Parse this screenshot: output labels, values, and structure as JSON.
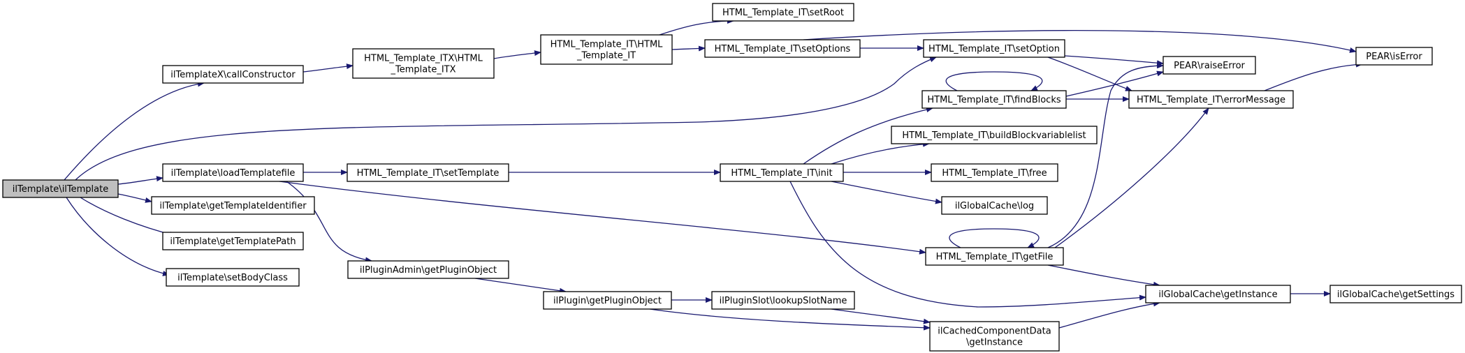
{
  "diagram": {
    "type": "call-graph",
    "colors": {
      "edge": "#191970",
      "node_border": "#000000",
      "root_fill": "#bfbfbf",
      "node_fill": "#ffffff"
    },
    "nodes": [
      {
        "id": "n_root",
        "lines": [
          "ilTemplate\\ilTemplate"
        ],
        "root": true
      },
      {
        "id": "n_callctor",
        "lines": [
          "ilTemplateX\\callConstructor"
        ]
      },
      {
        "id": "n_loadtpl",
        "lines": [
          "ilTemplate\\loadTemplatefile"
        ]
      },
      {
        "id": "n_getid",
        "lines": [
          "ilTemplate\\getTemplateIdentifier"
        ]
      },
      {
        "id": "n_getpath",
        "lines": [
          "ilTemplate\\getTemplatePath"
        ]
      },
      {
        "id": "n_setbody",
        "lines": [
          "ilTemplate\\setBodyClass"
        ]
      },
      {
        "id": "n_itx",
        "lines": [
          "HTML_Template_ITX\\HTML",
          "_Template_ITX"
        ]
      },
      {
        "id": "n_it",
        "lines": [
          "HTML_Template_IT\\HTML",
          "_Template_IT"
        ]
      },
      {
        "id": "n_setroot",
        "lines": [
          "HTML_Template_IT\\setRoot"
        ]
      },
      {
        "id": "n_setoptions",
        "lines": [
          "HTML_Template_IT\\setOptions"
        ]
      },
      {
        "id": "n_setoption",
        "lines": [
          "HTML_Template_IT\\setOption"
        ]
      },
      {
        "id": "n_iserror",
        "lines": [
          "PEAR\\isError"
        ]
      },
      {
        "id": "n_raiseerror",
        "lines": [
          "PEAR\\raiseError"
        ]
      },
      {
        "id": "n_errmsg",
        "lines": [
          "HTML_Template_IT\\errorMessage"
        ]
      },
      {
        "id": "n_findblocks",
        "lines": [
          "HTML_Template_IT\\findBlocks"
        ]
      },
      {
        "id": "n_buildblock",
        "lines": [
          "HTML_Template_IT\\buildBlockvariablelist"
        ]
      },
      {
        "id": "n_settemplate",
        "lines": [
          "HTML_Template_IT\\setTemplate"
        ]
      },
      {
        "id": "n_init",
        "lines": [
          "HTML_Template_IT\\init"
        ]
      },
      {
        "id": "n_free",
        "lines": [
          "HTML_Template_IT\\free"
        ]
      },
      {
        "id": "n_log",
        "lines": [
          "ilGlobalCache\\log"
        ]
      },
      {
        "id": "n_getfile",
        "lines": [
          "HTML_Template_IT\\getFile"
        ]
      },
      {
        "id": "n_gcinstance",
        "lines": [
          "ilGlobalCache\\getInstance"
        ]
      },
      {
        "id": "n_gcsettings",
        "lines": [
          "ilGlobalCache\\getSettings"
        ]
      },
      {
        "id": "n_padmin",
        "lines": [
          "ilPluginAdmin\\getPluginObject"
        ]
      },
      {
        "id": "n_plugin",
        "lines": [
          "ilPlugin\\getPluginObject"
        ]
      },
      {
        "id": "n_slot",
        "lines": [
          "ilPluginSlot\\lookupSlotName"
        ]
      },
      {
        "id": "n_cached",
        "lines": [
          "ilCachedComponentData",
          "\\getInstance"
        ]
      }
    ],
    "edges": [
      [
        "n_root",
        "n_callctor"
      ],
      [
        "n_root",
        "n_setoption"
      ],
      [
        "n_root",
        "n_loadtpl"
      ],
      [
        "n_root",
        "n_getid"
      ],
      [
        "n_root",
        "n_getpath"
      ],
      [
        "n_root",
        "n_setbody"
      ],
      [
        "n_callctor",
        "n_itx"
      ],
      [
        "n_itx",
        "n_it"
      ],
      [
        "n_it",
        "n_setroot"
      ],
      [
        "n_it",
        "n_setoptions"
      ],
      [
        "n_setoptions",
        "n_iserror"
      ],
      [
        "n_setoptions",
        "n_setoption"
      ],
      [
        "n_setoption",
        "n_raiseerror"
      ],
      [
        "n_setoption",
        "n_errmsg"
      ],
      [
        "n_errmsg",
        "n_iserror"
      ],
      [
        "n_findblocks",
        "n_findblocks"
      ],
      [
        "n_findblocks",
        "n_raiseerror"
      ],
      [
        "n_findblocks",
        "n_errmsg"
      ],
      [
        "n_loadtpl",
        "n_settemplate"
      ],
      [
        "n_loadtpl",
        "n_getfile"
      ],
      [
        "n_loadtpl",
        "n_padmin"
      ],
      [
        "n_settemplate",
        "n_init"
      ],
      [
        "n_init",
        "n_findblocks"
      ],
      [
        "n_init",
        "n_buildblock"
      ],
      [
        "n_init",
        "n_free"
      ],
      [
        "n_init",
        "n_log"
      ],
      [
        "n_init",
        "n_gcinstance"
      ],
      [
        "n_getfile",
        "n_getfile"
      ],
      [
        "n_getfile",
        "n_raiseerror"
      ],
      [
        "n_getfile",
        "n_errmsg"
      ],
      [
        "n_getfile",
        "n_gcinstance"
      ],
      [
        "n_gcinstance",
        "n_gcsettings"
      ],
      [
        "n_padmin",
        "n_plugin"
      ],
      [
        "n_plugin",
        "n_slot"
      ],
      [
        "n_plugin",
        "n_cached"
      ],
      [
        "n_slot",
        "n_cached"
      ],
      [
        "n_cached",
        "n_gcinstance"
      ]
    ]
  }
}
